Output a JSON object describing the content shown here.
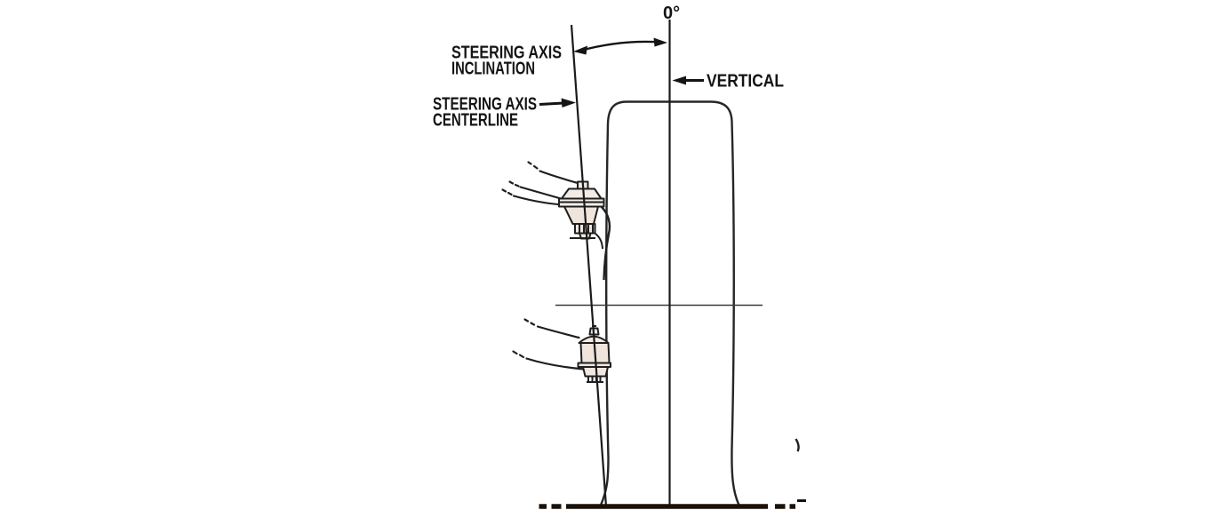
{
  "figure": {
    "angle_reading": "0°",
    "labels": {
      "inclination_line1": "STEERING AXIS",
      "inclination_line2": "INCLINATION",
      "centerline_line1": "STEERING AXIS",
      "centerline_line2": "CENTERLINE",
      "vertical": "VERTICAL"
    },
    "colors": {
      "line": "#1f1f1f",
      "ground": "#1a120a",
      "joint_fill": "#f1e7e0",
      "background": "#ffffff"
    }
  }
}
